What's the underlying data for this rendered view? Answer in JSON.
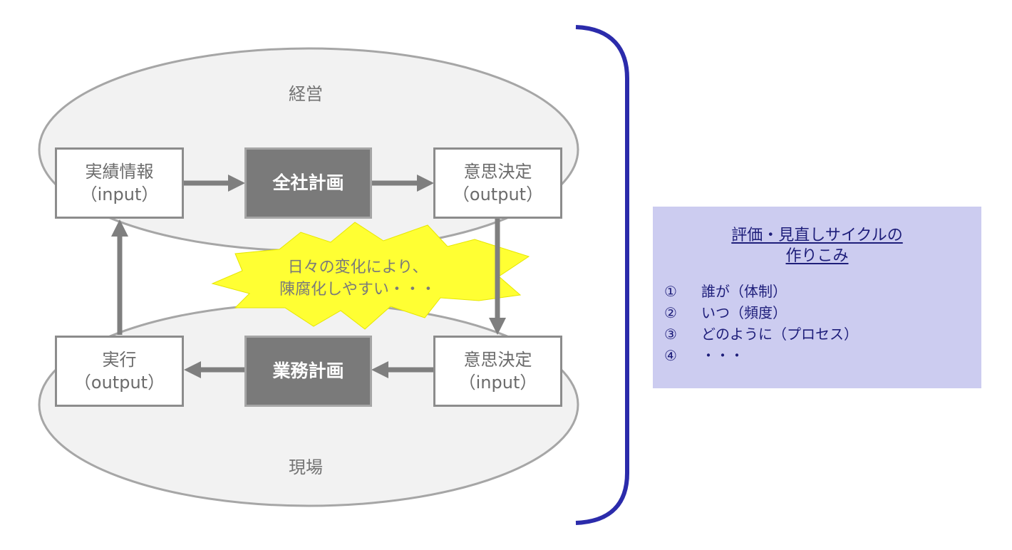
{
  "diagram": {
    "management_label": "経営",
    "field_label": "現場",
    "top_row": {
      "left_box": {
        "line1": "実績情報",
        "line2": "（input）"
      },
      "center_box": {
        "label": "全社計画"
      },
      "right_box": {
        "line1": "意思決定",
        "line2": "（output）"
      }
    },
    "bottom_row": {
      "left_box": {
        "line1": "実行",
        "line2": "（output）"
      },
      "center_box": {
        "label": "業務計画"
      },
      "right_box": {
        "line1": "意思決定",
        "line2": "（input）"
      }
    },
    "burst": {
      "line1": "日々の変化により、",
      "line2": "陳腐化しやすい・・・"
    },
    "colors": {
      "ellipse_fill": "#f2f2f2",
      "ellipse_stroke": "#a6a6a6",
      "arrow": "#7f7f7f",
      "dark_box": "#7a7a7a",
      "burst_fill": "#ffff33",
      "bracket": "#2b2bab"
    }
  },
  "panel": {
    "title_line1": "評価・見直しサイクルの",
    "title_line2": "作りこみ",
    "items": [
      {
        "num": "①",
        "text": "誰が（体制）"
      },
      {
        "num": "②",
        "text": "いつ（頻度）"
      },
      {
        "num": "③",
        "text": "どのように（プロセス）"
      },
      {
        "num": "④",
        "text": "・・・"
      }
    ],
    "background": "#ccccf0",
    "text_color": "#1e1e7a"
  }
}
